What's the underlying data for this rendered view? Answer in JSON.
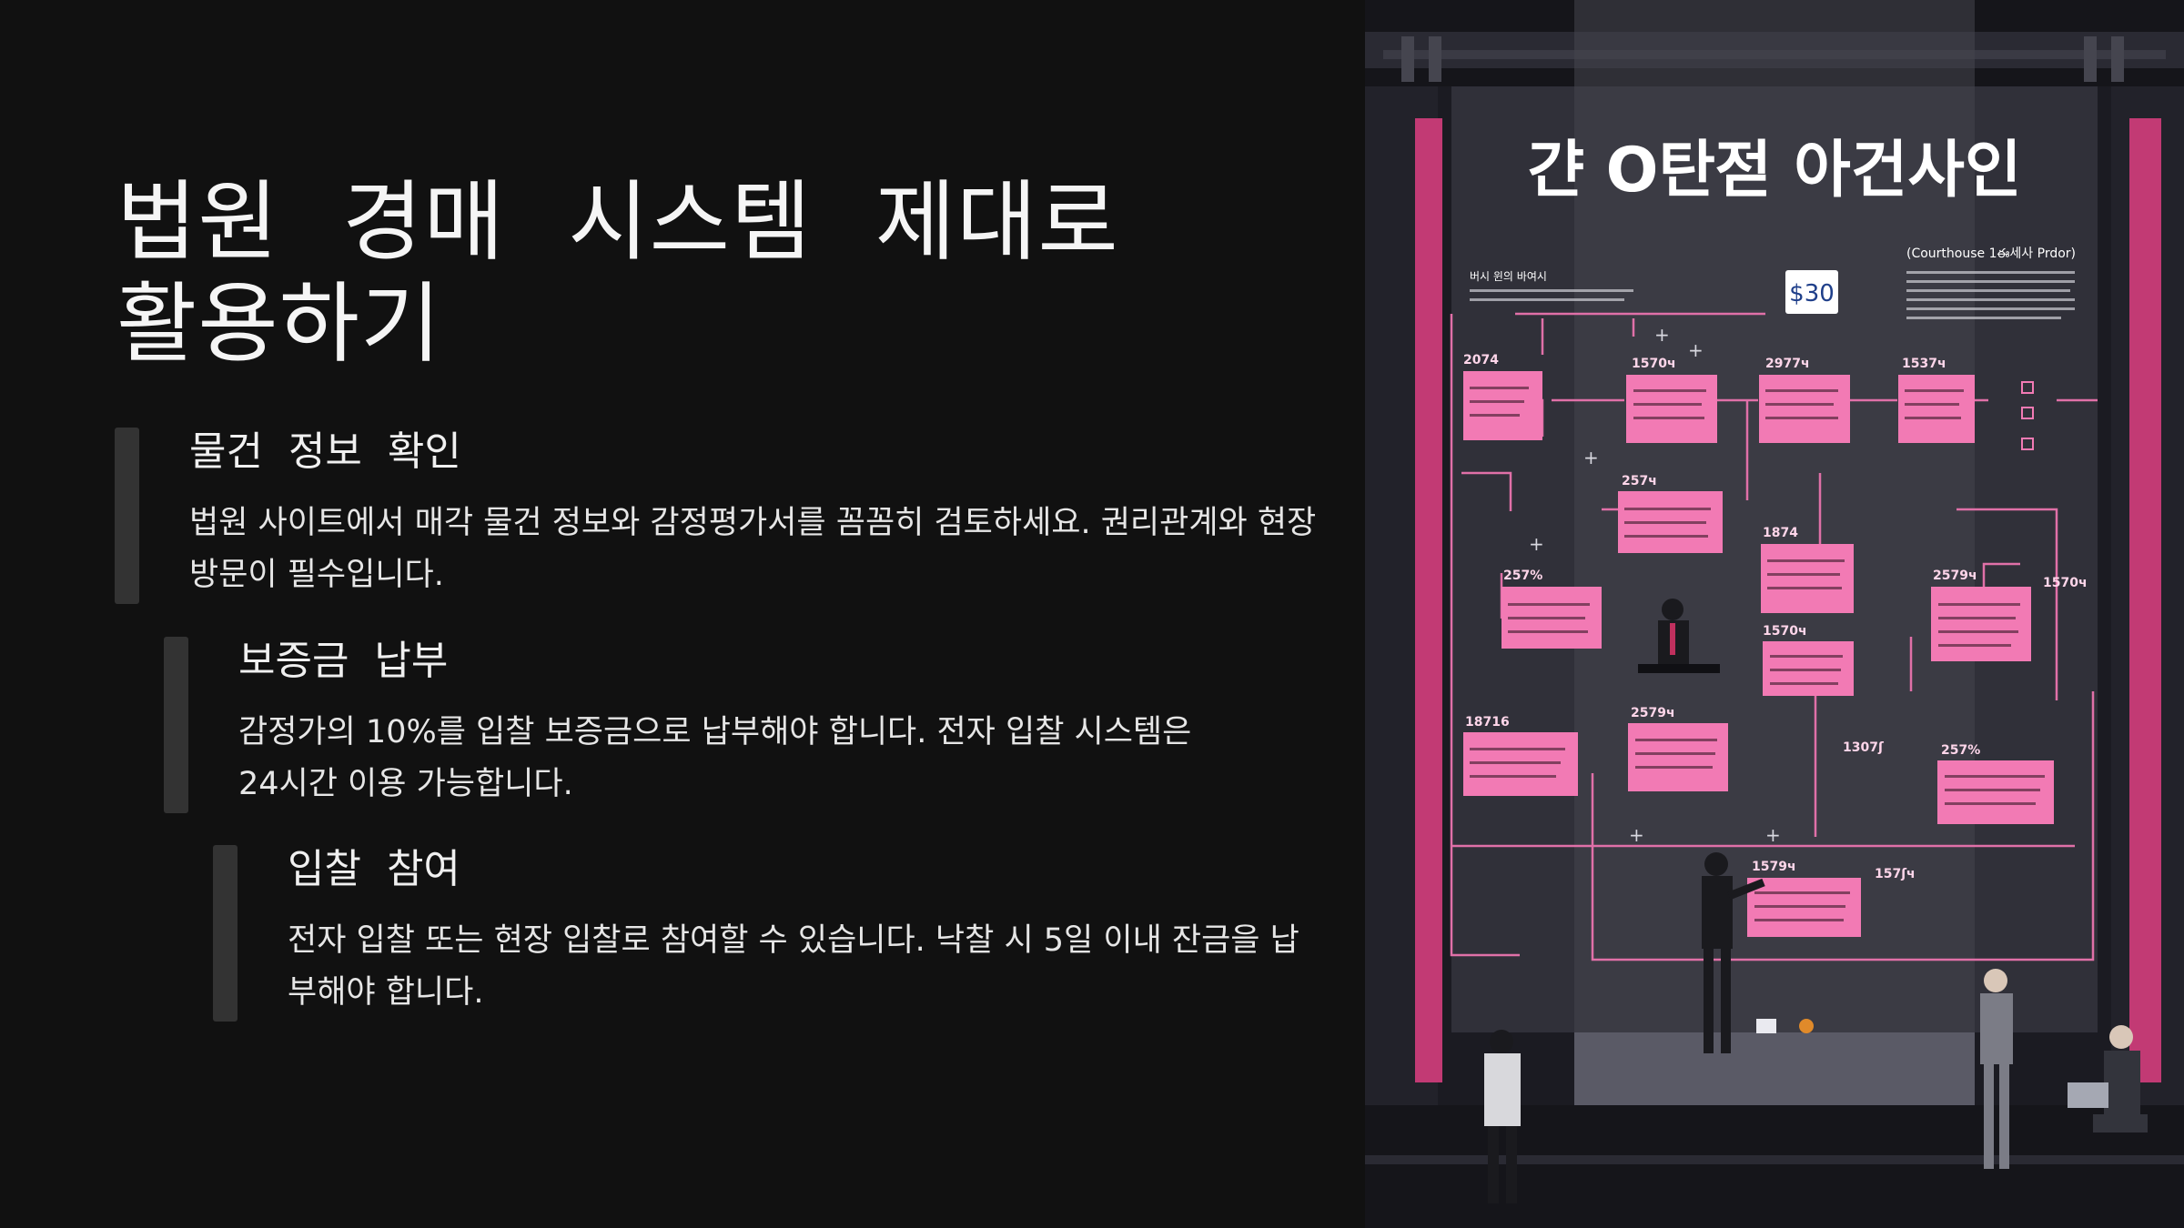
{
  "slide": {
    "title": "법원 경매 시스템 제대로 활용하기",
    "steps": [
      {
        "title": "물건 정보 확인",
        "description": "법원 사이트에서 매각 물건 정보와 감정평가서를 꼼꼼히 검토하세요. 권리관계와 현장 방문이 필수입니다."
      },
      {
        "title": "보증금 납부",
        "description": "감정가의 10%를 입찰 보증금으로 납부해야 합니다. 전자 입찰 시스템은 24시간 이용 가능합니다."
      },
      {
        "title": "입찰 참여",
        "description": "전자 입찰 또는 현장 입찰로 참여할 수 있습니다. 낙찰 시 5일 이내 잔금을 납부해야 합니다."
      }
    ]
  },
  "illustration": {
    "poster_title": "갼 O탄젇 아건사인",
    "subtitle": "(Courthouse 1ఈ세사 Prdor)",
    "top_left_heading": "버시 윈의 바여시",
    "price_tag": "$30",
    "node_labels": [
      "2074",
      "1570ч",
      "2977ч",
      "1537ч",
      "257ч",
      "1874",
      "257%",
      "2579ч",
      "1570ч",
      "1570ч",
      "18716",
      "2579ч",
      "1307ʃ",
      "257%",
      "1579ч",
      "157ʃч"
    ]
  },
  "colors": {
    "background": "#111111",
    "accent_pink": "#f06aa6",
    "bar": "#333333",
    "text": "#f2f2f2"
  }
}
